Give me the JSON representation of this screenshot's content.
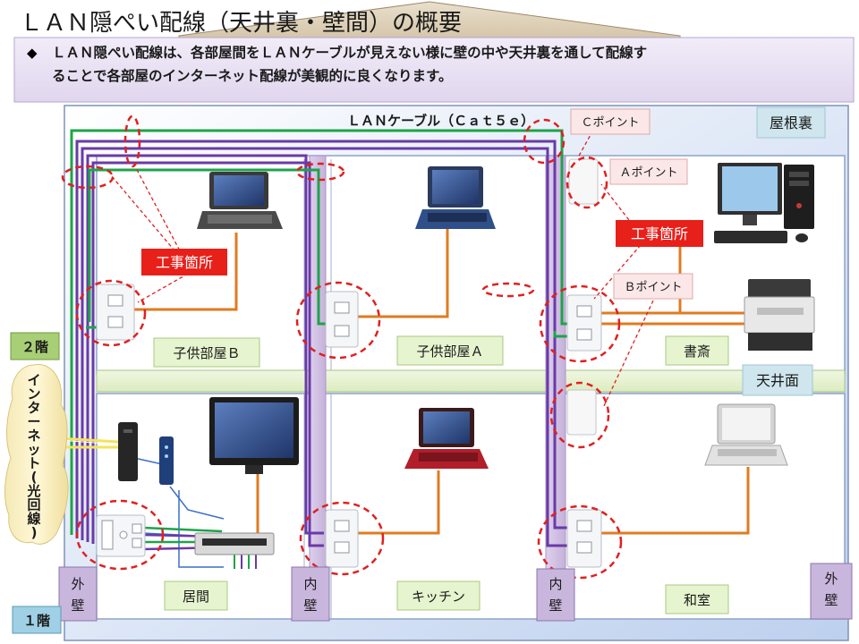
{
  "title": "ＬＡＮ隠ぺい配線（天井裏・壁間）の概要",
  "summary": {
    "bullet": "◆",
    "line1": "ＬＡＮ隠ぺい配線は、各部屋間をＬＡＮケーブルが見えない様に壁の中や天井裏を通して配線す",
    "line2": "ることで各部屋のインターネット配線が美観的に良くなります。"
  },
  "cable_label": "ＬＡＮケーブル（Ｃａｔ５ｅ）",
  "points": {
    "c": "Ｃポイント",
    "a": "Ａポイント",
    "b": "Ｂポイント"
  },
  "construction": {
    "left": "工事箇所",
    "right": "工事箇所"
  },
  "areas": {
    "attic": "屋根裏",
    "ceiling": "天井面"
  },
  "floors": {
    "second": "２階",
    "first": "１階"
  },
  "internet": [
    "イ",
    "ン",
    "タ",
    "ー",
    "ネ",
    "ッ",
    "ト",
    "(",
    "光",
    "回",
    "線",
    ")"
  ],
  "rooms": {
    "kids_b": "子供部屋Ｂ",
    "kids_a": "子供部屋Ａ",
    "study": "書斎",
    "living": "居間",
    "kitchen": "キッチン",
    "washitsu": "和室"
  },
  "walls": {
    "outer_left": [
      "外",
      "壁"
    ],
    "inner_1": [
      "内",
      "壁"
    ],
    "inner_2": [
      "内",
      "壁"
    ],
    "outer_right": [
      "外",
      "壁"
    ]
  },
  "colors": {
    "cable_orange": "#e07b20",
    "cable_green": "#1ea34a",
    "cable_purple": "#6a3aa8",
    "marker_red": "#e02020",
    "label_green": "#e6f4cf",
    "label_blue": "#cfe6ee",
    "wall_purple": "#c9b6dd"
  }
}
